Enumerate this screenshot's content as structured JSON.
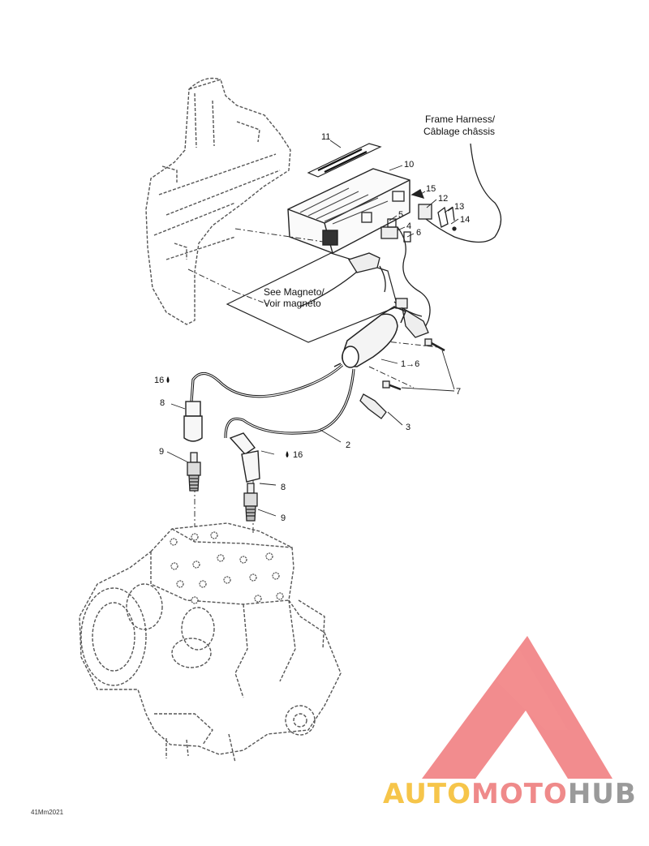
{
  "diagram": {
    "annotations": {
      "frame_harness_line1": "Frame Harness/",
      "frame_harness_line2": "Câblage châssis",
      "magneto_line1": "See Magneto/",
      "magneto_line2": "Voir magnéto"
    },
    "callouts": [
      "11",
      "10",
      "15",
      "12",
      "13",
      "14",
      "5",
      "4",
      "6",
      "1→6",
      "7",
      "16",
      "8",
      "9",
      "2",
      "3",
      "16",
      "8",
      "9"
    ],
    "drawing_code": "41Mm2021"
  },
  "watermark": {
    "part1": "AUTO",
    "part2": "MOTO",
    "part3": "HUB",
    "color_auto": "#f6c54a",
    "color_moto": "#ef8a8a",
    "color_hub": "#9a9a9a",
    "triangle_color": "#f0787a"
  }
}
